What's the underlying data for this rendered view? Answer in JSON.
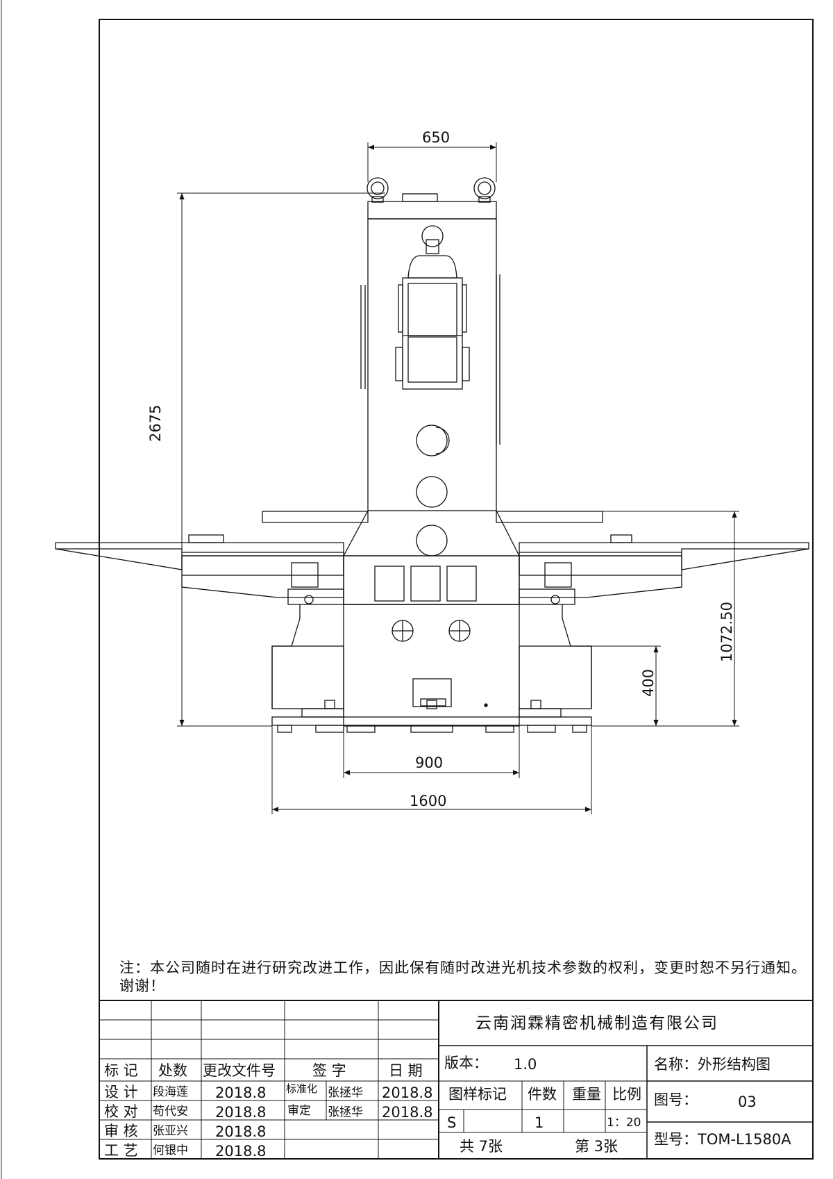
{
  "dimensions": {
    "top_width": "650",
    "total_height": "2675",
    "table_height": "1072.50",
    "base_height": "400",
    "base_width": "900",
    "overall_width": "1600"
  },
  "note": "注：本公司随时在进行研究改进工作，因此保有随时改进光机技术参数的权利，变更时恕不另行通知。谢谢！",
  "title_block": {
    "company": "云南润霖精密机械制造有限公司",
    "revision_headers": [
      "标 记",
      "处数",
      "更改文件号",
      "签 字",
      "日 期"
    ],
    "approvals": [
      {
        "role": "设 计",
        "name": "段海莲",
        "date": "2018.8"
      },
      {
        "role": "校 对",
        "name": "苟代安",
        "date": "2018.8"
      },
      {
        "role": "审 核",
        "name": "张亚兴",
        "date": "2018.8"
      },
      {
        "role": "工 艺",
        "name": "何银中",
        "date": "2018.8"
      }
    ],
    "standardization": {
      "label": "标准化",
      "name": "张拯华",
      "date": "2018.8"
    },
    "final_review": {
      "label": "审定",
      "name": "张拯华",
      "date": "2018.8"
    },
    "version_label": "版本：",
    "version_value": "1.0",
    "name_label": "名称：外形结构图",
    "col_mark": "图样标记",
    "col_qty": "件数",
    "col_weight": "重量",
    "col_scale": "比例",
    "mark_value": "S",
    "qty_value": "1",
    "scale_value": "1：20",
    "drawing_no_label": "图号：",
    "drawing_no_value": "03",
    "total_sheets": "共 7张",
    "sheet_no": "第 3张",
    "model_label": "型号：TOM-L1580A"
  }
}
